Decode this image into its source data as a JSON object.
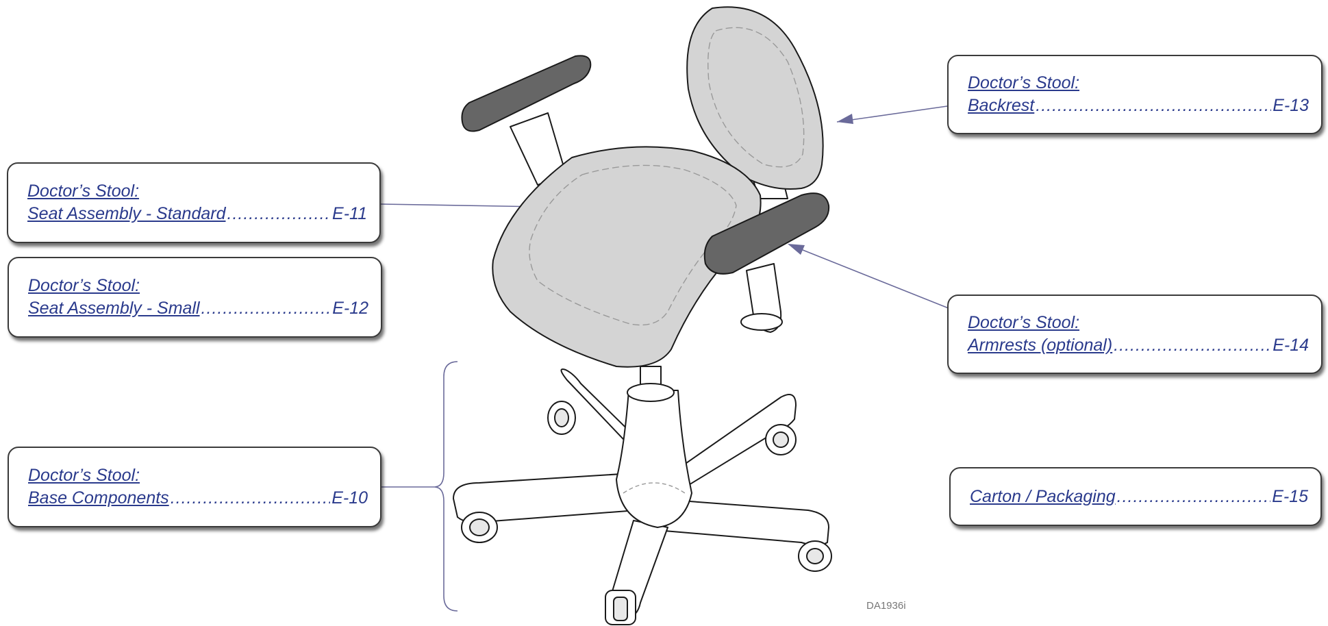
{
  "diagram": {
    "drawing_id": "DA1936i",
    "callouts": {
      "backrest": {
        "heading": "Doctor’s Stool:",
        "part": "Backrest",
        "page": "E-13"
      },
      "seat_standard": {
        "heading": "Doctor’s Stool:",
        "part": "Seat Assembly - Standard",
        "page": "E-11"
      },
      "seat_small": {
        "heading": "Doctor’s Stool:",
        "part": "Seat Assembly - Small",
        "page": "E-12"
      },
      "armrests": {
        "heading": "Doctor’s Stool:",
        "part": "Armrests (optional)",
        "page": "E-14"
      },
      "base": {
        "heading": "Doctor’s Stool:",
        "part": "Base Components",
        "page": "E-10"
      },
      "carton": {
        "part": "Carton / Packaging",
        "page": "E-15"
      }
    }
  },
  "colors": {
    "link_blue": "#2a3a8c",
    "leader_line": "#6a6a9a",
    "upholstery_gray": "#d4d4d4",
    "armrest_dark": "#666666",
    "outline": "#1a1a1a"
  }
}
